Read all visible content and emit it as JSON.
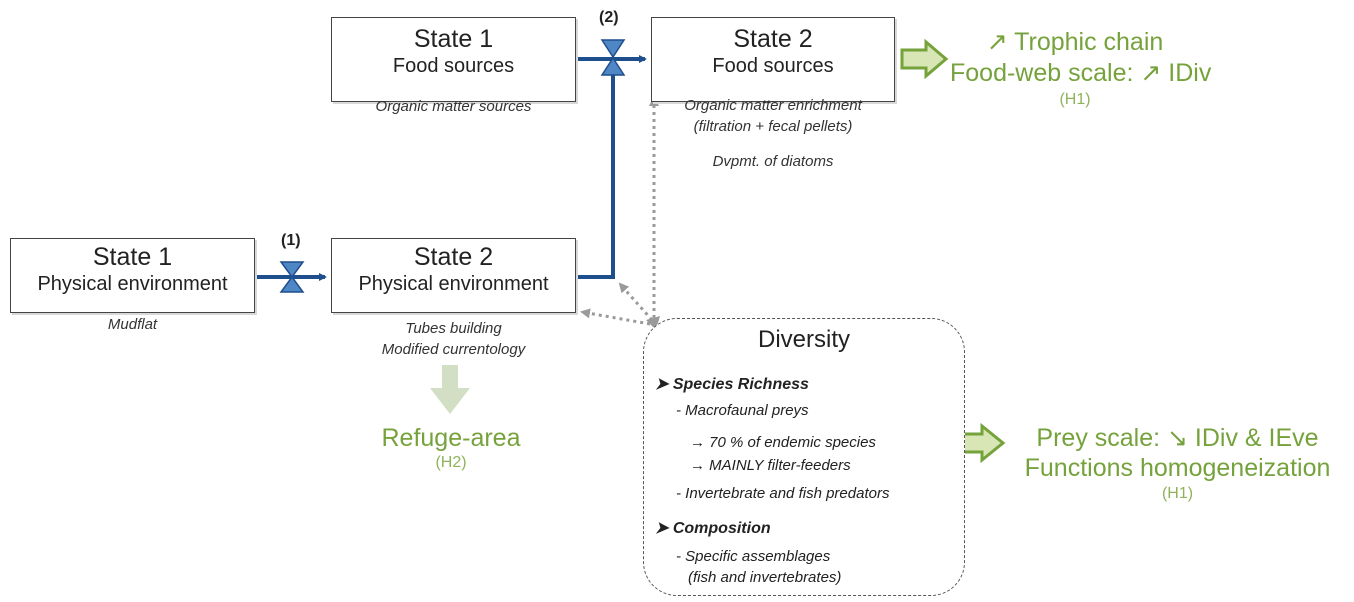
{
  "boxes": {
    "food1": {
      "title": "State 1",
      "subtitle": "Food sources"
    },
    "food2": {
      "title": "State 2",
      "subtitle": "Food sources"
    },
    "phys1": {
      "title": "State 1",
      "subtitle": "Physical environment"
    },
    "phys2": {
      "title": "State 2",
      "subtitle": "Physical environment"
    }
  },
  "steps": {
    "step1": "(1)",
    "step2": "(2)"
  },
  "notes": {
    "organic_sources": "Organic matter sources",
    "enrichment_1": "Organic matter enrichment",
    "enrichment_2": "(filtration + fecal pellets)",
    "diatoms": "Dvpmt. of diatoms",
    "mudflat": "Mudflat",
    "tubes": "Tubes building",
    "currentology": "Modified currentology"
  },
  "outcomes": {
    "trophic_chain": "↗ Trophic chain",
    "foodweb_scale": "Food-web scale: ↗ IDiv",
    "h1_top": "(H1)",
    "refuge_area": "Refuge-area",
    "h2": "(H2)",
    "prey_scale": "Prey scale: ↘ IDiv & IEve",
    "functions": "Functions homogeneization",
    "h1_right": "(H1)"
  },
  "diversity": {
    "title": "Diversity",
    "richness_heading": "➤  Species Richness",
    "macrofaunal": "- Macrofaunal  preys",
    "endemic": "→ 70 % of endemic species",
    "filter_feeders": "→ MAINLY filter-feeders",
    "predators": "- Invertebrate and fish predators",
    "composition_heading": "➤  Composition",
    "assemblages": "- Specific assemblages",
    "assemblages_detail": "(fish and invertebrates)"
  },
  "colors": {
    "flow_blue": "#1f4e8c",
    "outcome_green": "#76a23c",
    "arrow_green_fill": "#d7e6b4",
    "refuge_arrow": "#d3dfc4",
    "dotted_gray": "#9a9a9a"
  }
}
